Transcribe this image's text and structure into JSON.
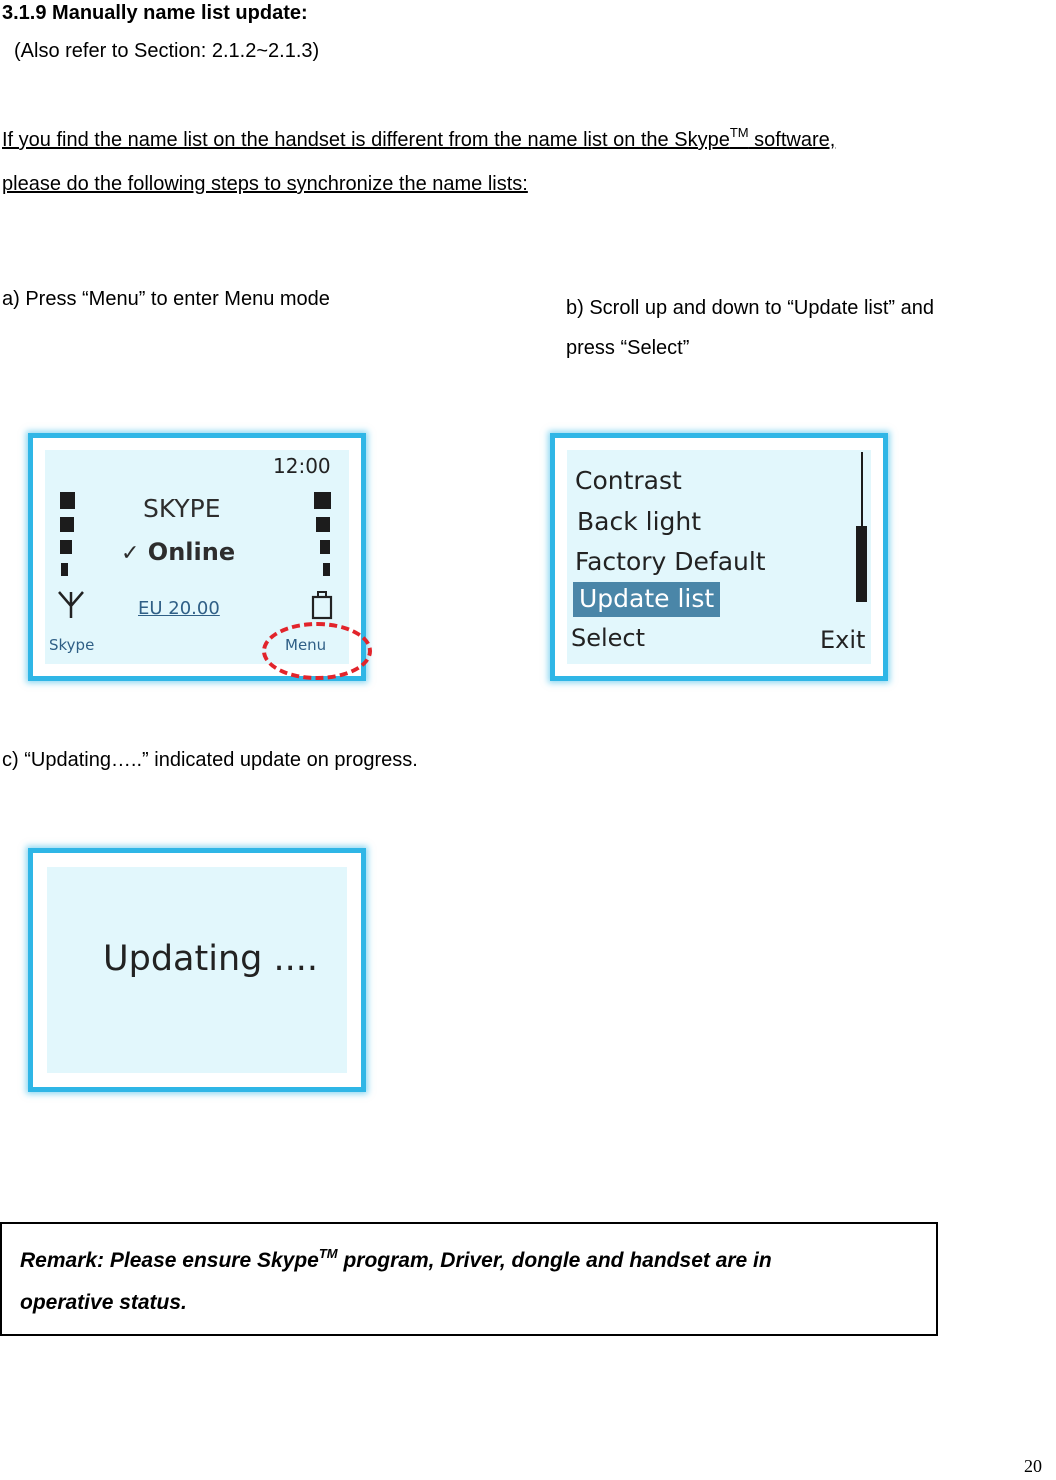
{
  "heading": "3.1.9 Manually name list update:",
  "reference": "(Also refer to Section: 2.1.2~2.1.3)",
  "intro": {
    "line1_before": "If you find the name list on the handset is different from the name list on the Skype",
    "line1_tm": "TM",
    "line1_after": " software,",
    "line2": "please do the following steps to synchronize the name lists:"
  },
  "steps": {
    "a": "a) Press “Menu” to enter Menu mode",
    "b_line1": "b) Scroll up and down to “Update list” and",
    "b_line2": "press “Select”",
    "c": "c) “Updating…..” indicated update on progress."
  },
  "screen_a": {
    "time": "12:00",
    "title": "SKYPE",
    "status_check": "✓",
    "status": "Online",
    "balance": "EU  20.00",
    "left_soft_key": "Skype",
    "right_soft_key": "Menu",
    "antenna_icon": "antenna-icon",
    "battery_icon": "battery-icon"
  },
  "screen_b": {
    "menu_items": [
      "Contrast",
      "Back light",
      "Factory Default",
      "Update list"
    ],
    "selected_index": 3,
    "left_soft_key": "Select",
    "right_soft_key": "Exit",
    "selected_color": "#4a86a8"
  },
  "screen_c": {
    "message": "Updating ...."
  },
  "remark": {
    "before": "Remark: Please ensure Skype",
    "tm": "TM",
    "after": " program, Driver, dongle and handset are in",
    "line2": "operative status."
  },
  "page_number": "20",
  "colors": {
    "lcd_border": "#2fb6e6",
    "lcd_background": "#e2f7fc",
    "highlight_circle": "#e2242b"
  }
}
